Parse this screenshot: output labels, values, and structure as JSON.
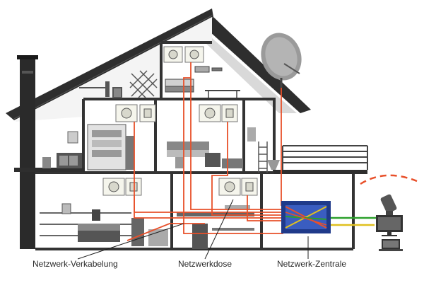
{
  "labels": {
    "cabling": "Netzwerk-Verkabelung",
    "outlet": "Netzwerkdose",
    "hub": "Netzwerk-Zentrale"
  },
  "colors": {
    "cable": "#e8502a",
    "hub_frame": "#1f3a8a",
    "line_green": "#2ca02c",
    "line_yellow": "#e0c020",
    "wall": "#333333",
    "wifi": "#e8502a"
  },
  "icons": [
    "satellite-dish-icon",
    "network-outlet-icon",
    "network-hub-icon",
    "camera-icon",
    "monitor-icon",
    "laptop-icon",
    "wifi-arc-icon"
  ]
}
